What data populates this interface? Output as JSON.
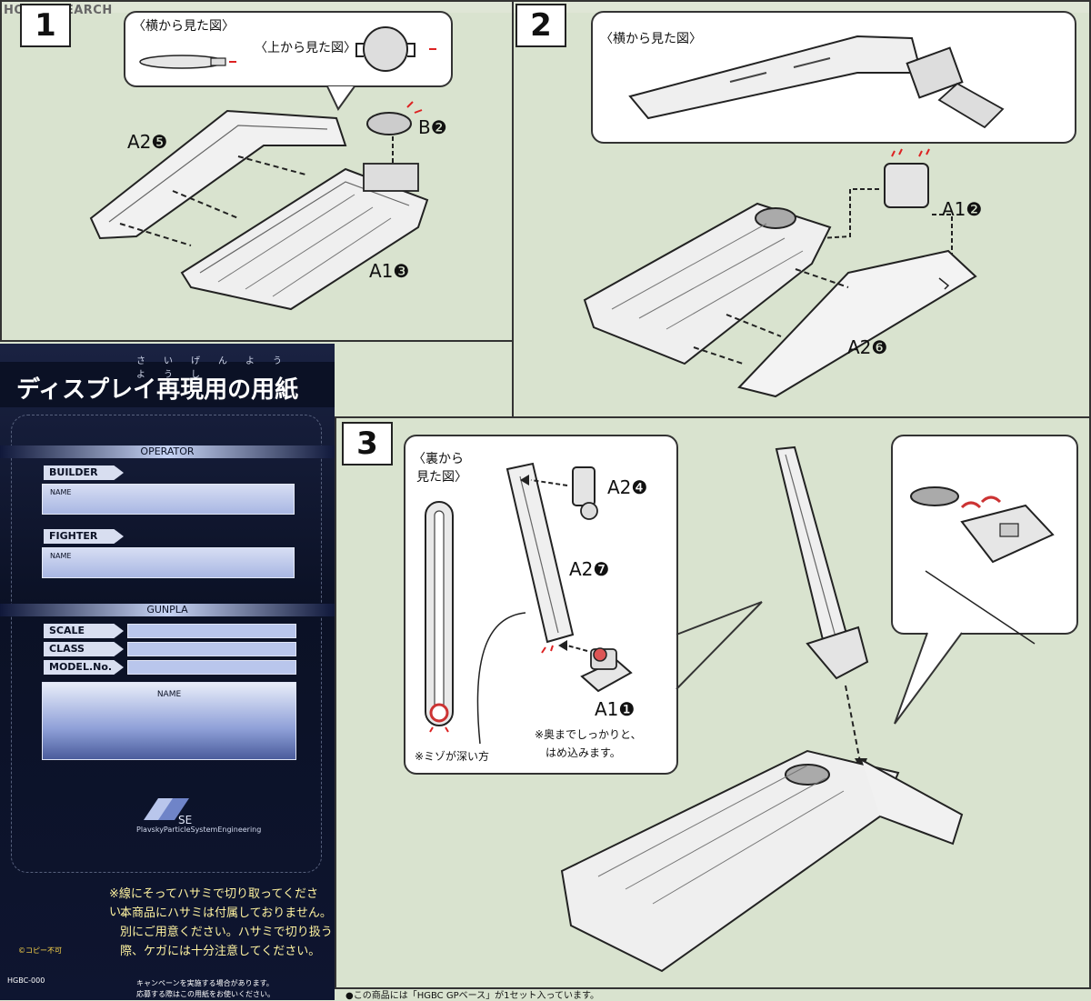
{
  "watermark": "HOBBY SEARCH",
  "step1": {
    "number": "1",
    "side_view_label": "〈横から見た図〉",
    "top_view_label": "〈上から見た図〉",
    "part_a2": "A2❺",
    "part_b": "B❷",
    "part_a1": "A1❸"
  },
  "step2": {
    "number": "2",
    "side_view_label": "〈横から見た図〉",
    "part_a1": "A1❷",
    "part_a2": "A2❻"
  },
  "step3": {
    "number": "3",
    "back_view_label_1": "〈裏から",
    "back_view_label_2": "見た図〉",
    "part_a2_top": "A2❹",
    "part_a2_mid": "A2❼",
    "part_a1": "A1❶",
    "note_deep": "※ミゾが深い方",
    "note_insert_1": "※奥までしっかりと、",
    "note_insert_2": "はめ込みます。"
  },
  "card": {
    "title": "ディスプレイ再現用の用紙",
    "ruby": "さいげんよう ようし",
    "operator": "OPERATOR",
    "builder": "BUILDER",
    "name1": "NAME",
    "fighter": "FIGHTER",
    "name2": "NAME",
    "gunpla": "GUNPLA",
    "scale": "SCALE",
    "class": "CLASS",
    "model": "MODEL.No.",
    "name3": "NAME",
    "logo_text": "PlavskyParticleSystemEngineering",
    "warning": [
      "※線にそってハサミで切り取ってください。",
      "本商品にハサミは付属しておりません。",
      "別にご用意ください。ハサミで切り扱う",
      "際、ケガには十分注意してください。"
    ],
    "copyright": "©コピー不可",
    "code": "HGBC-000",
    "campaign_1": "キャンペーンを実施する場合があります。",
    "campaign_2": "応募する際はこの用紙をお使いください。"
  },
  "footer": "●この商品には「HGBC GPベース」が1セット入っています。"
}
